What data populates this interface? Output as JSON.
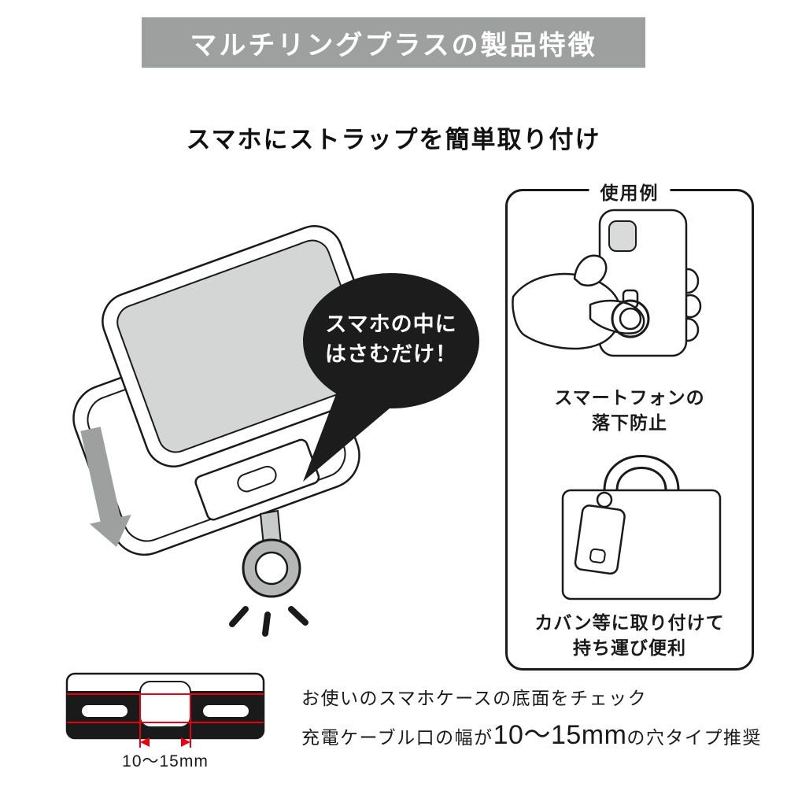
{
  "header": {
    "title": "マルチリングプラスの製品特徴"
  },
  "section": {
    "heading": "スマホにストラップを簡単取り付け"
  },
  "bubble": {
    "line1": "スマホの中に",
    "line2": "はさむだけ！"
  },
  "usage_panel": {
    "label": "使用例",
    "captions": [
      {
        "line1": "スマートフォンの",
        "line2": "落下防止"
      },
      {
        "line1": "カバン等に取り付けて",
        "line2": "持ち運び便利"
      }
    ]
  },
  "measurement": {
    "value": "10〜15mm"
  },
  "notes": {
    "line1": "お使いのスマホケースの底面をチェック",
    "line2_prefix": "充電ケーブル口の幅が",
    "line2_value": "10〜15mm",
    "line2_suffix": "の穴タイプ推奨"
  },
  "colors": {
    "banner_gray": "#9e9f9f",
    "arrow_gray": "#9e9f9f",
    "screen_gray": "#d4d5d5",
    "ring_gray": "#b5b6b6",
    "accent_red": "#e60012",
    "ink": "#1a1a1a"
  }
}
